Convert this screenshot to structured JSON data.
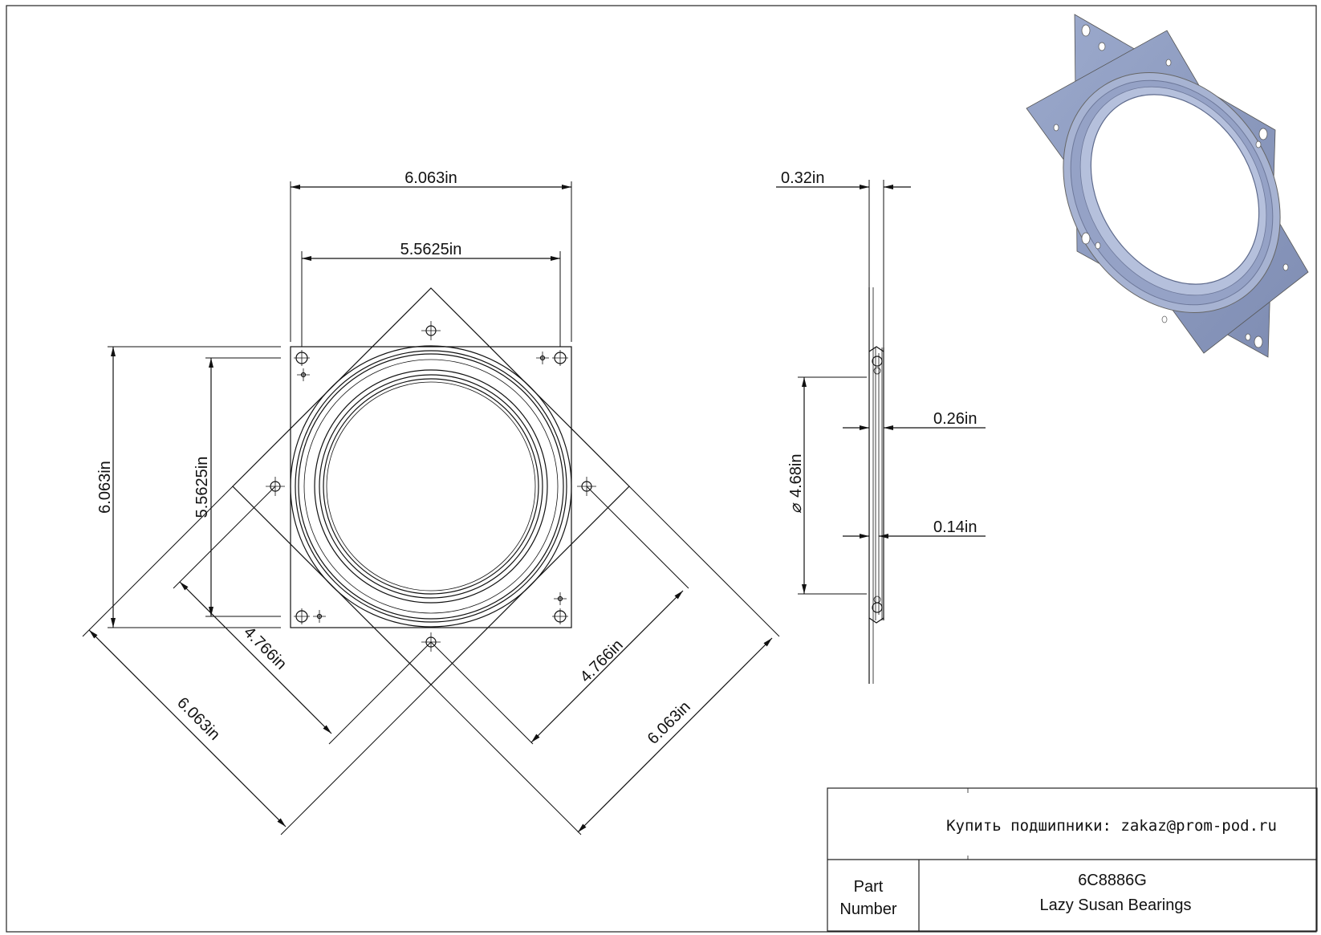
{
  "drawing": {
    "front_view": {
      "dims": {
        "width_outer": "6.063in",
        "width_holes": "5.5625in",
        "height_outer": "6.063in",
        "height_holes": "5.5625in",
        "diag_left_holes": "4.766in",
        "diag_left_outer": "6.063in",
        "diag_right_holes": "4.766in",
        "diag_right_outer": "6.063in"
      }
    },
    "side_view": {
      "dims": {
        "thickness": "0.32in",
        "diameter": "4.68in",
        "plate_a": "0.26in",
        "plate_b": "0.14in"
      }
    },
    "iso_view": {
      "color": "#8e9cc0"
    }
  },
  "title_block": {
    "contact": "Купить подшипники: zakaz@prom-pod.ru",
    "label_part": "Part",
    "label_number": "Number",
    "part_number": "6C8886G",
    "description": "Lazy Susan Bearings"
  }
}
